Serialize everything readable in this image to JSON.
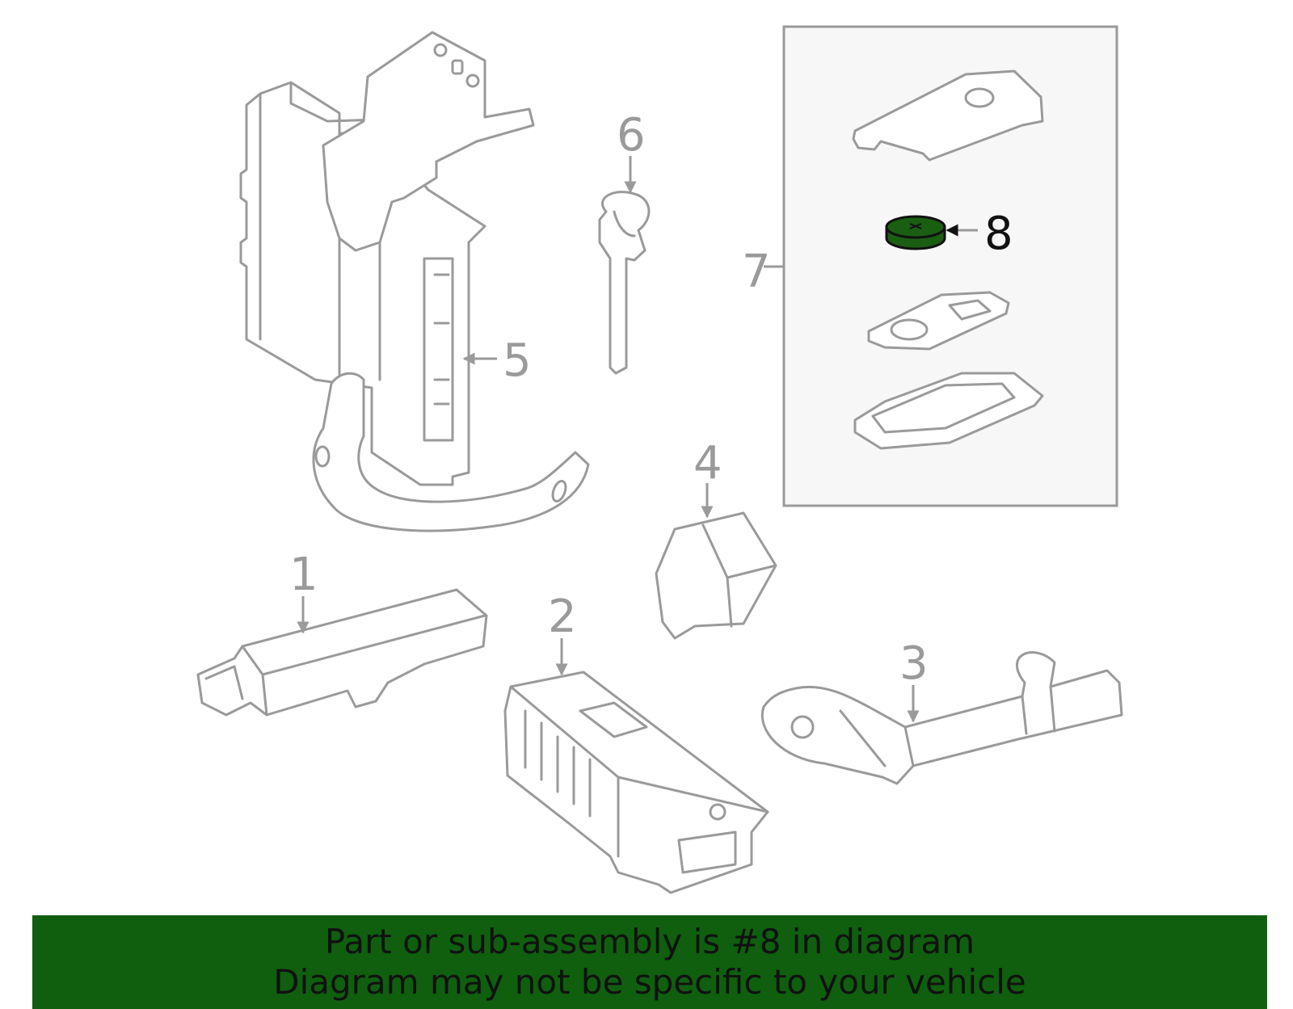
{
  "callouts": {
    "c1": "1",
    "c2": "2",
    "c3": "3",
    "c4": "4",
    "c5": "5",
    "c6": "6",
    "c7": "7",
    "c8": "8"
  },
  "highlight_color": "#1a5e12",
  "banner": {
    "background": "#0f5f0f",
    "line1": "Part or sub-assembly is #8 in diagram",
    "line2": "Diagram may not be specific to your vehicle"
  }
}
